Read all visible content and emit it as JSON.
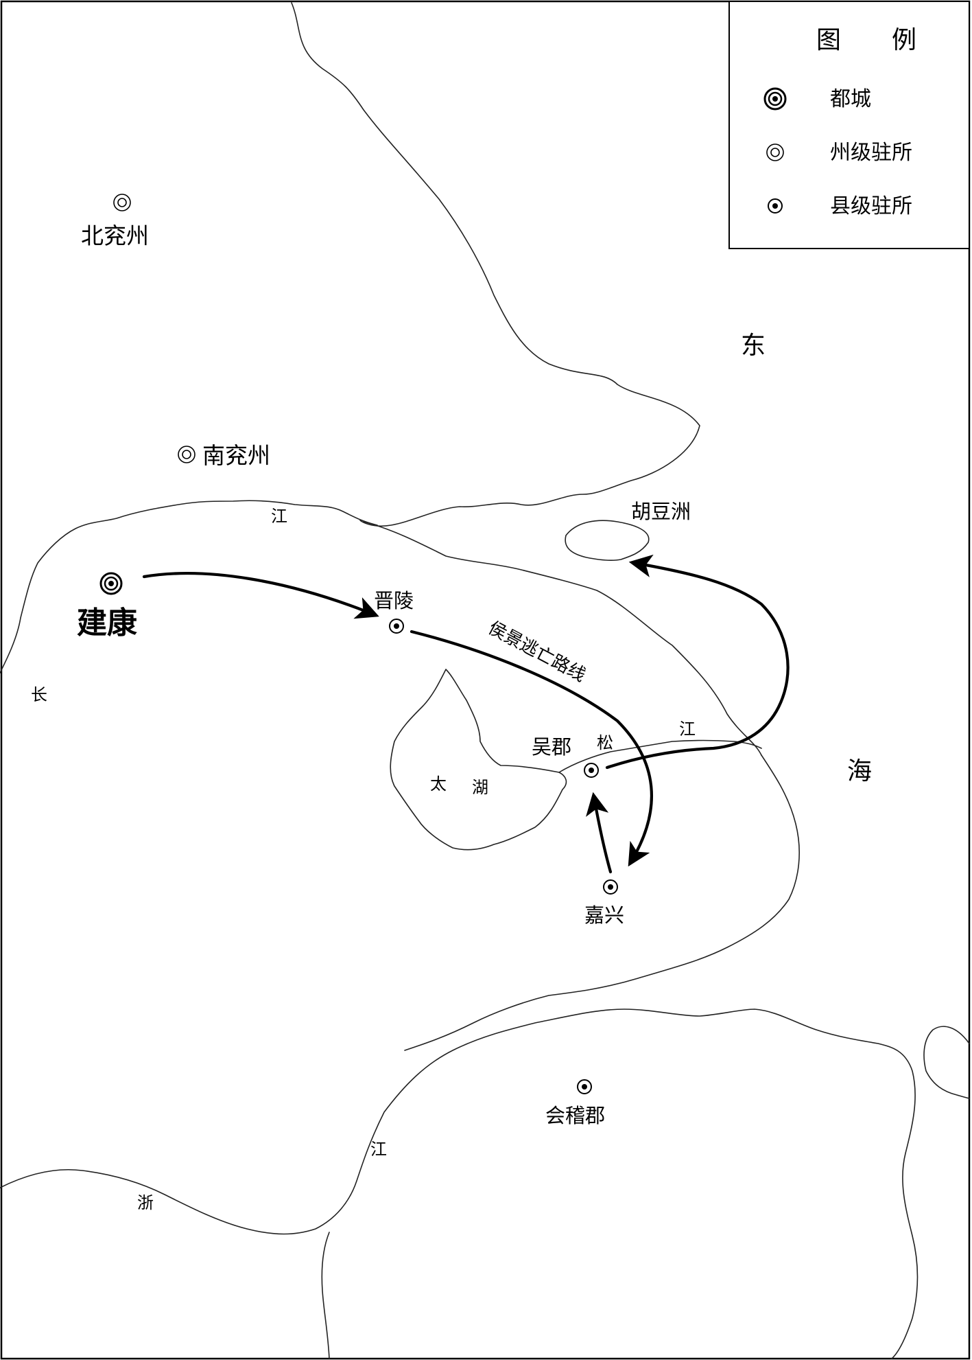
{
  "legend": {
    "title_left": "图",
    "title_right": "例",
    "items": [
      {
        "symbol": "capital-city-icon",
        "label": "都城"
      },
      {
        "symbol": "prefecture-seat-icon",
        "label": "州级驻所"
      },
      {
        "symbol": "county-seat-icon",
        "label": "县级驻所"
      }
    ]
  },
  "places": {
    "jiankang": "建康",
    "beiyanzhou": "北兖州",
    "nanyanzhou": "南兖州",
    "jinling": "晋陵",
    "wujun": "吴郡",
    "jiaxing": "嘉兴",
    "kuaijijun": "会稽郡",
    "hudouzhou": "胡豆洲"
  },
  "water": {
    "chang": "长",
    "jiang_north": "江",
    "jiang_east": "江",
    "jiang_south": "江",
    "song": "松",
    "zhe": "浙",
    "tai": "太",
    "hu": "湖",
    "dong": "东",
    "hai": "海"
  },
  "route": {
    "label": "侯景逃亡路线",
    "sequence": [
      "建康",
      "晋陵",
      "嘉兴",
      "吴郡",
      "胡豆洲"
    ]
  }
}
